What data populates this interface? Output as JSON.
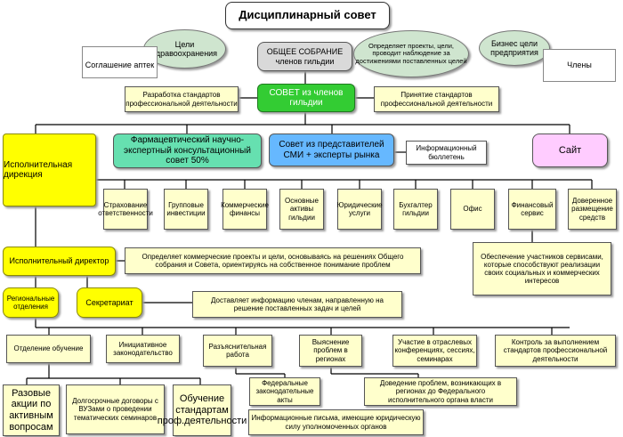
{
  "title": "Дисциплинарный совет",
  "general_meeting": "ОБЩЕЕ СОБРАНИЕ членов гильдии",
  "goals_health": "Цели здравоохранения",
  "meeting_note": "Определяет проекты, цели, проводит наблюдение за достижениями поставленных целей",
  "business_goals": "Бизнес цели предприятия",
  "pharmacy_agreement": "Соглашение аптек",
  "members": "Члены",
  "council": "СОВЕТ из членов гильдии",
  "dev_standards": "Разработка стандартов профессиональной деятельности",
  "adopt_standards": "Принятие стандартов профессиональной деятельности",
  "pharma_council": "Фармацевтический научно-экспертный консультационный совет 50%",
  "media_council": "Совет из представителей СМИ + эксперты рынка",
  "bulletin": "Информационный бюллетень",
  "site": "Сайт",
  "exec_directorate": "Исполнительная дирекция",
  "services": [
    "Страхование ответственности",
    "Групповые инвестиции",
    "Коммерческие финансы",
    "Основные активы гильдии",
    "Юридические услуги",
    "Бухгалтер гильдии",
    "Офис",
    "Финансовый сервис",
    "Доверенное размещение средств"
  ],
  "exec_director": "Исполнительный директор",
  "exec_director_note": "Определяет коммерческие проекты и цели, основываясь на решениях Общего собрания и Совета, ориентируясь на собственное понимание проблем",
  "services_note": "Обеспечение участников сервисами, которые способствуют реализации своих социальных и коммерческих интересов",
  "regional": "Региональные отделения",
  "secretariat": "Секретариат",
  "secretariat_note": "Доставляет информацию членам, направленную на решение поставленных задач и целей",
  "depts": [
    "Отделение обучение",
    "Инициативное законодательство",
    "Разъяснительная работа",
    "Выяснение проблем в регионах",
    "Участие в отраслевых конференциях, сессиях, семинарах",
    "Контроль за выполнением стандартов профессиональной деятельности"
  ],
  "discount_actions": "Разовые акции по активным вопросам",
  "long_contracts": "Долгосрочные договоры с ВУЗами о проведении тематических семинаров",
  "training_standards": "Обучение стандартам проф.деятельности",
  "federal_acts": "Федеральные законодательные акты",
  "bring_problems": "Доведение проблем, возникающих в регионах до Федерального исполнительного органа власти",
  "info_letters": "Информационные письма, имеющие юридическую силу уполномоченных органов"
}
